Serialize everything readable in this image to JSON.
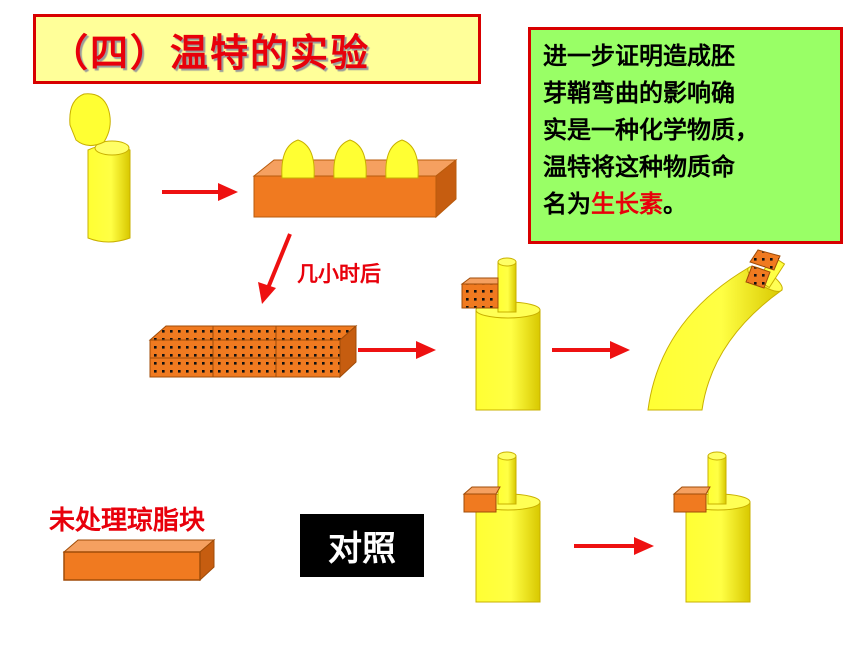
{
  "title": "（四）温特的实验",
  "note": {
    "line1": "进一步证明造成胚",
    "line2": "芽鞘弯曲的影响确",
    "line3": "实是一种化学物质，",
    "line4_prefix": "温特将这种物质命",
    "line5_prefix": "名为",
    "highlight": "生长素",
    "line5_suffix": "。"
  },
  "labels": {
    "after_hours": "几小时后",
    "untreated_agar": "未处理琼脂块",
    "control": "对照"
  },
  "colors": {
    "title_bg": "#ffff99",
    "note_bg": "#99ff66",
    "border_red": "#d80000",
    "text_red": "#e8000b",
    "coleoptile_yellow": "#ffff33",
    "agar_orange": "#f07a20"
  }
}
